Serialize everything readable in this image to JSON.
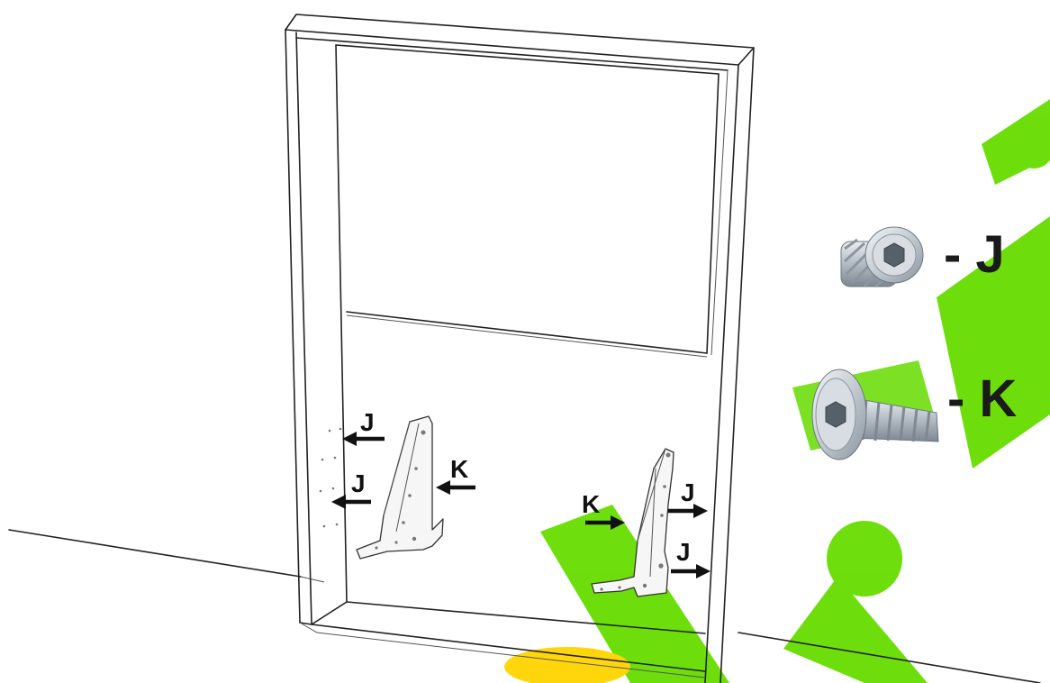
{
  "callouts": {
    "left_top": "J",
    "left_bottom": "J",
    "left_bracket": "K",
    "right_bracket": "K",
    "right_top": "J",
    "right_bottom": "J"
  },
  "legend": {
    "insert_nut": {
      "letter": "J",
      "label": "- J",
      "icon": "threaded-insert-nut-icon"
    },
    "bolt": {
      "letter": "K",
      "label": "- K",
      "icon": "hex-socket-bolt-icon"
    }
  },
  "colors": {
    "watermark_green": "#66dd00",
    "watermark_yellow": "#ffd400",
    "line": "#222222",
    "label": "#111111"
  }
}
